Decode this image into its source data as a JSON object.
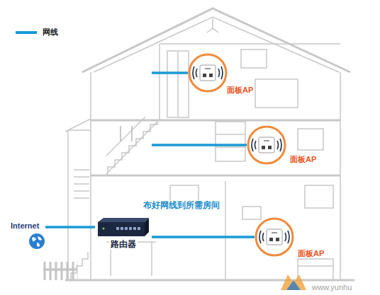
{
  "diagram": {
    "nodes": [
      {
        "text": [
          "面板AP"
        ]
      },
      {
        "text": [
          "面板AP"
        ]
      },
      {
        "text": [
          "面板AP"
        ]
      },
      {
        "text": [
          "路由器"
        ]
      },
      {
        "text": [
          "Internet"
        ]
      }
    ],
    "edges": [
      {
        "from": 4,
        "to": 3,
        "arrow": "none"
      },
      {
        "from": 3,
        "to": 0,
        "arrow": "none"
      },
      {
        "from": 3,
        "to": 1,
        "arrow": "none"
      },
      {
        "from": 3,
        "to": 2,
        "arrow": "none"
      }
    ],
    "labels": [
      "布好网线到所需房间",
      "www.yunhu"
    ],
    "legend": [
      {
        "text": "网线"
      }
    ]
  }
}
